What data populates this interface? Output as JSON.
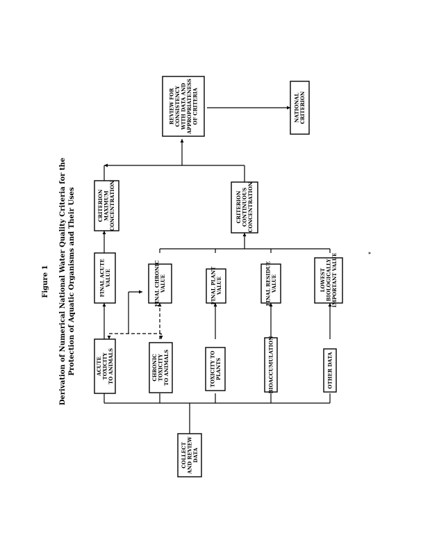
{
  "figure": {
    "label": "Figure 1",
    "title_line1": "Derivation of Numerical National Water Quality Criteria for the",
    "title_line2": "Protection of Aquatic Organisms and Their Uses"
  },
  "nodes": {
    "collect_data": [
      "COLLECT",
      "AND REVIEW",
      "DATA"
    ],
    "acute_animals": [
      "ACUTE",
      "TOXICITY",
      "TO ANIMALS"
    ],
    "chronic_animals": [
      "CHRONIC",
      "TOXICITY",
      "TO ANIMALS"
    ],
    "toxicity_plants": [
      "TOXICITY TO",
      "PLANTS"
    ],
    "bioaccumulation": [
      "BIOACCUMULATION"
    ],
    "other_data": [
      "OTHER DATA"
    ],
    "final_acute": [
      "FINAL ACUTE",
      "VALUE"
    ],
    "final_chronic": [
      "FINAL CHRONIC",
      "VALUE"
    ],
    "final_plant": [
      "FINAL PLANT",
      "VALUE"
    ],
    "final_residue": [
      "FINAL RESIDUE",
      "VALUE"
    ],
    "lowest_value": [
      "LOWEST",
      "BIOLOGICALLY",
      "IMPORTANT VALUE"
    ],
    "max_concentration": [
      "CRITERION",
      "MAXIMUM",
      "CONCENTRATION"
    ],
    "continuous_concentration": [
      "CRITERION",
      "CONTINUOUS",
      "CONCENTRATION"
    ],
    "review": [
      "REVIEW FOR",
      "CONSISTENCY",
      "WITH DATA AND",
      "APPROPRIATENESS",
      "OF CRITERIA"
    ],
    "national_criterion": [
      "NATIONAL",
      "CRITERION"
    ]
  },
  "footnote_mark": "*"
}
